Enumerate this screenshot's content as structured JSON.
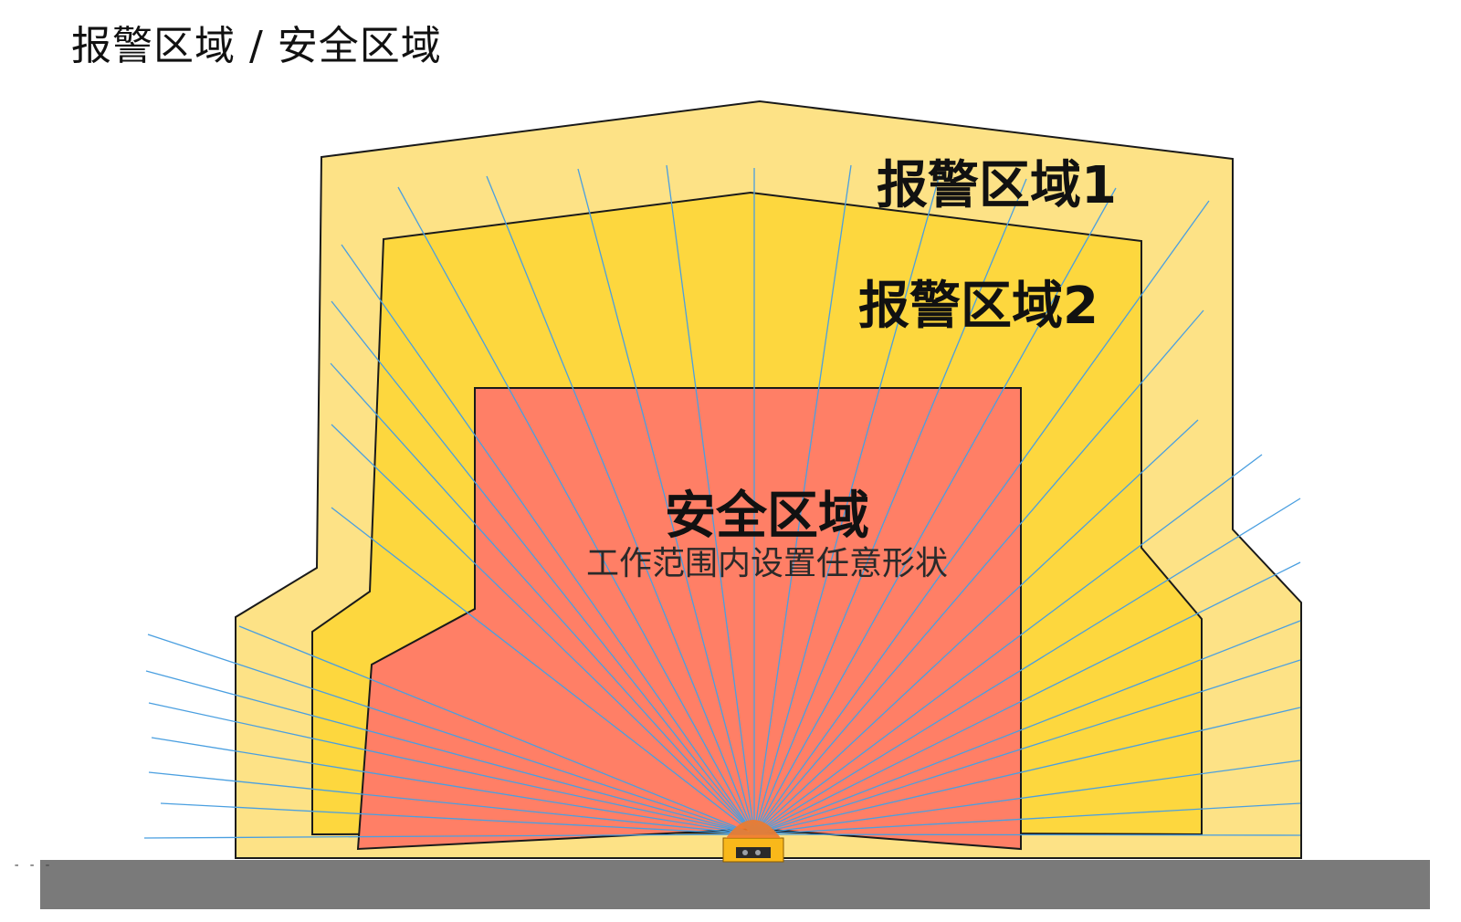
{
  "title": "报警区域 / 安全区域",
  "zones": {
    "warning1": {
      "label": "报警区域1",
      "color": "#FDE286"
    },
    "warning2": {
      "label": "报警区域2",
      "color": "#FDD73E"
    },
    "safety": {
      "label": "安全区域",
      "description": "工作范围内设置任意形状",
      "color": "#FF7F66"
    }
  },
  "colors": {
    "scan_line": "#4A9FE0",
    "floor": "#7A7A7A",
    "zone_border": "#1A1A1A",
    "sensor_body": "#F9B81A",
    "sensor_dome": "#F07A2A"
  },
  "icons": {
    "sensor": "laser-scanner-icon"
  }
}
